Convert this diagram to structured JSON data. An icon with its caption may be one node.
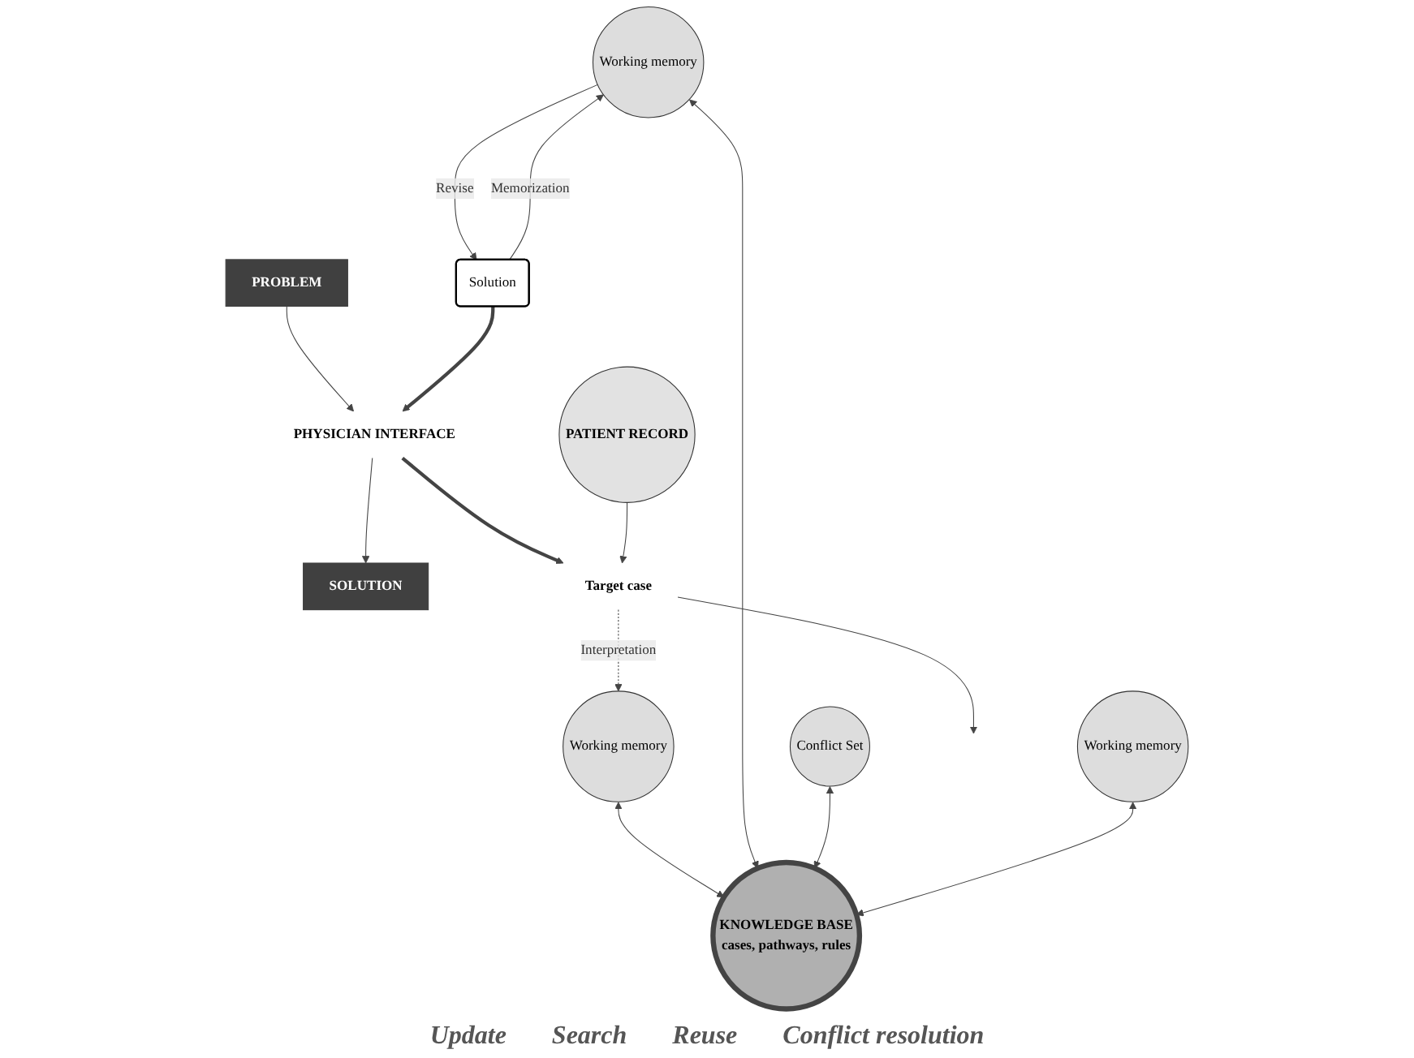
{
  "diagram": {
    "nodes": [
      {
        "text": [
          "PROBLEM"
        ]
      },
      {
        "text": [
          "SOLUTION"
        ]
      },
      {
        "text": [
          "PHYSICIAN INTERFACE"
        ]
      },
      {
        "text": [
          "PATIENT RECORD"
        ]
      },
      {
        "text": [
          "Target case"
        ]
      },
      {
        "text": [
          "KNOWLEDGE BASE",
          "cases, pathways, rules"
        ]
      },
      {
        "text": [
          "Working memory"
        ]
      },
      {
        "text": [
          "Working memory"
        ]
      },
      {
        "text": [
          "Conflict Set"
        ]
      },
      {
        "text": [
          "Working memory"
        ]
      },
      {
        "text": [
          "Solution"
        ]
      }
    ],
    "edges": [
      {
        "from": 0,
        "to": 2,
        "arrow": "to"
      },
      {
        "from": 2,
        "to": 1,
        "arrow": "to"
      },
      {
        "from": 2,
        "to": 4,
        "arrow": "to",
        "style": "thick"
      },
      {
        "from": 3,
        "to": 4,
        "arrow": "to"
      },
      {
        "from": 4,
        "to": 6,
        "arrow": "to",
        "label": "Interpretation",
        "style": "dashed"
      },
      {
        "from": 4,
        "to": null,
        "arrow": "to"
      },
      {
        "from": 6,
        "to": 5,
        "arrow": "both"
      },
      {
        "from": 7,
        "to": 5,
        "arrow": "both"
      },
      {
        "from": 8,
        "to": 5,
        "arrow": "both"
      },
      {
        "from": 9,
        "to": 5,
        "arrow": "both"
      },
      {
        "from": 10,
        "to": 7,
        "arrow": "to",
        "label": "Memorization"
      },
      {
        "from": 7,
        "to": 10,
        "arrow": "to",
        "label": "Revise"
      },
      {
        "from": 10,
        "to": 2,
        "arrow": "to",
        "style": "thick"
      }
    ],
    "labels": [
      "Update",
      "Search",
      "Reuse",
      "Conflict resolution"
    ]
  }
}
